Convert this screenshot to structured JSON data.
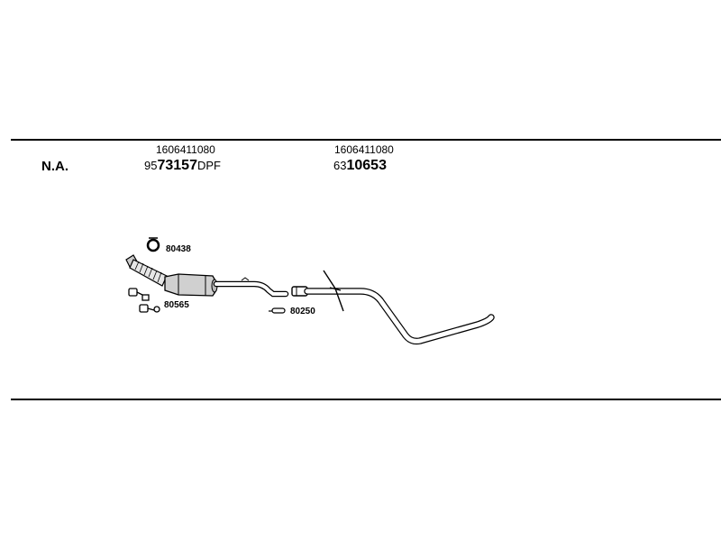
{
  "header": {
    "variant": "N.A."
  },
  "sections": [
    {
      "oe_number": "1606411080",
      "part_prefix": "95",
      "part_main": "73157",
      "part_suffix": "DPF"
    },
    {
      "oe_number": "1606411080",
      "part_prefix": "63",
      "part_main": "10653",
      "part_suffix": ""
    }
  ],
  "small_parts": [
    {
      "number": "80438",
      "icon": "clamp-ring-icon"
    },
    {
      "number": "80565",
      "icon": "bolt-set-icon"
    },
    {
      "number": "80250",
      "icon": "hanger-clip-icon"
    }
  ]
}
